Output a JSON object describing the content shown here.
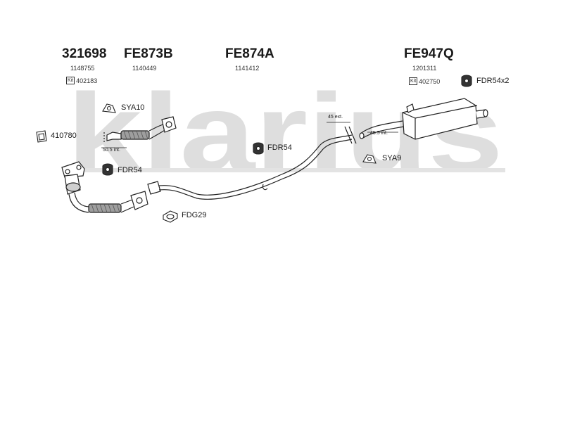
{
  "watermark": {
    "text": "klarius",
    "color": "#dedede"
  },
  "parts": [
    {
      "number": "321698",
      "oe": "1148755",
      "kit": "402183"
    },
    {
      "number": "FE873B",
      "oe": "1140449"
    },
    {
      "number": "FE874A",
      "oe": "1141412"
    },
    {
      "number": "FE947Q",
      "oe": "1201311",
      "kit": "402750"
    }
  ],
  "kit_badge": "Kit",
  "accessories": {
    "sya10": "SYA10",
    "part_410780": "410780",
    "fdr54_left": "FDR54",
    "fdr54_mid": "FDR54",
    "fdg29": "FDG29",
    "sya9": "SYA9",
    "fdr54x2": "FDR54x2"
  },
  "dimensions": {
    "front_int": "50.5 int.",
    "rear_ext": "45 ext.",
    "rear_int": "45.5 int."
  },
  "colors": {
    "line": "#222222",
    "fill": "#ffffff",
    "shade": "#bdbdbd"
  }
}
